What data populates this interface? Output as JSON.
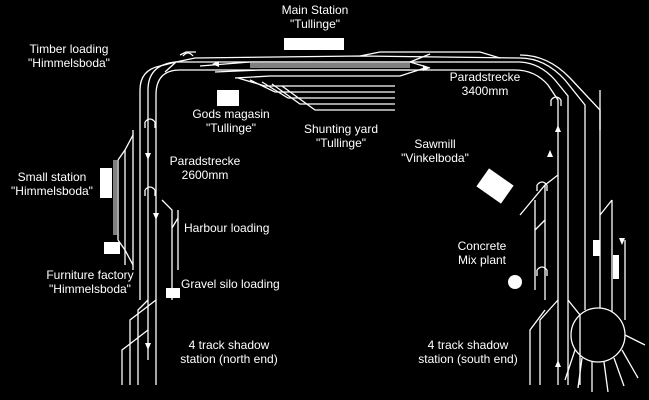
{
  "labels": {
    "main_station": {
      "line1": "Main Station",
      "line2": "\"Tullinge\""
    },
    "timber_loading": {
      "line1": "Timber loading",
      "line2": "\"Himmelsboda\""
    },
    "paradstrecke_east": {
      "line1": "Paradstrecke",
      "line2": "3400mm"
    },
    "gods_magasin": {
      "line1": "Gods magasin",
      "line2": "\"Tullinge\""
    },
    "shunting_yard": {
      "line1": "Shunting yard",
      "line2": "\"Tullinge\""
    },
    "sawmill": {
      "line1": "Sawmill",
      "line2": "\"Vinkelboda\""
    },
    "small_station": {
      "line1": "Small station",
      "line2": "\"Himmelsboda\""
    },
    "paradstrecke_west": {
      "line1": "Paradstrecke",
      "line2": "2600mm"
    },
    "harbour_loading": {
      "line1": "Harbour loading"
    },
    "concrete_plant": {
      "line1": "Concrete",
      "line2": "Mix plant"
    },
    "furniture_factory": {
      "line1": "Furniture factory",
      "line2": "\"Himmelsboda\""
    },
    "gravel_silo": {
      "line1": "Gravel silo loading"
    },
    "shadow_north": {
      "line1": "4 track shadow",
      "line2": "station (north end)"
    },
    "shadow_south": {
      "line1": "4 track shadow",
      "line2": "station (south end)"
    }
  },
  "colors": {
    "background": "#000000",
    "track": "#ffffff",
    "platform": "#808080"
  }
}
